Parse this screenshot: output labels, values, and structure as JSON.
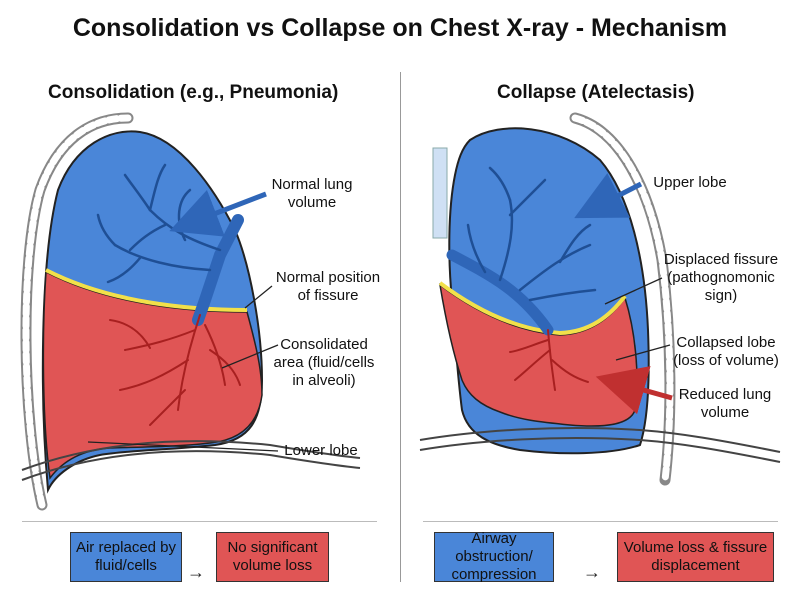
{
  "title": "Consolidation vs Collapse on Chest X-ray - Mechanism",
  "left": {
    "heading": "Consolidation (e.g., Pneumonia)",
    "labels": {
      "normal_volume": "Normal lung volume",
      "normal_fissure": "Normal position of fissure",
      "consolidated": "Consolidated area (fluid/cells in alveoli)",
      "lower_lobe": "Lower lobe"
    },
    "flow": {
      "box1": "Air replaced by fluid/cells",
      "arrow": "→",
      "box2": "No significant volume loss"
    }
  },
  "right": {
    "heading": "Collapse (Atelectasis)",
    "labels": {
      "upper_lobe": "Upper lobe",
      "displaced_fissure": "Displaced fissure (pathognomonic sign)",
      "collapsed_lobe": "Collapsed lobe (loss of volume)",
      "reduced_volume": "Reduced lung volume"
    },
    "flow": {
      "box1": "Airway obstruction/ compression",
      "arrow": "→",
      "box2": "Volume loss & fissure displacement"
    }
  },
  "colors": {
    "lung_blue": "#4a86d8",
    "consolidation_red": "#e05555",
    "fissure_yellow": "#f2e04a",
    "airway_dark_blue": "#2f66b8"
  }
}
